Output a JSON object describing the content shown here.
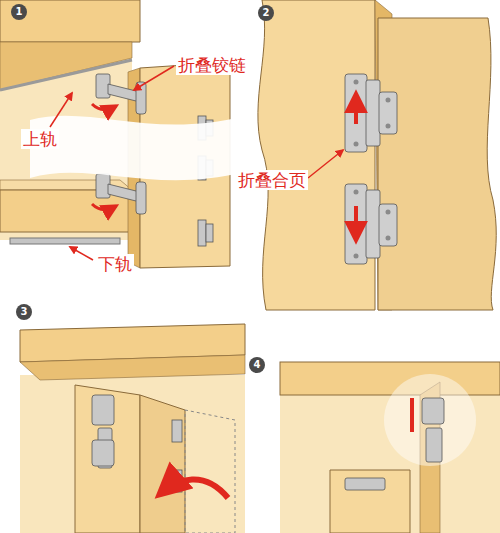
{
  "diagram": {
    "nodes": [
      {
        "text": [
          "1"
        ]
      },
      {
        "text": [
          "2"
        ]
      },
      {
        "text": [
          "3"
        ]
      },
      {
        "text": [
          "4"
        ]
      }
    ],
    "labels": [
      "折叠铰链",
      "上轨",
      "下轨",
      "折叠合页"
    ]
  }
}
